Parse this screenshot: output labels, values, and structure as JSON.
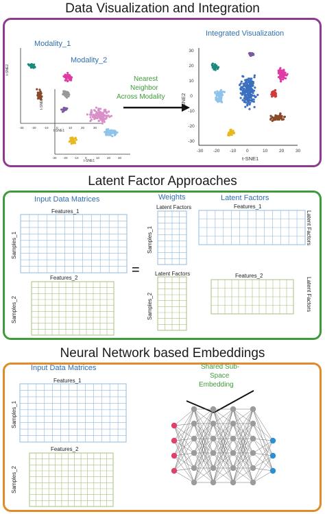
{
  "sections": {
    "top": {
      "title": "Data Visualization and Integration",
      "modality1": "Modality_1",
      "modality2": "Modality_2",
      "integrated": "Integrated Visualization",
      "arrow_text": [
        "Nearest",
        "Neighbor",
        "Across Modality"
      ],
      "tsne1": "t-SNE1",
      "tsne2": "t-SNE2",
      "axis_ticks_x": [
        "-30",
        "-20",
        "-10",
        "0",
        "10",
        "20",
        "30"
      ],
      "axis_ticks_y": [
        "30",
        "20",
        "10",
        "0",
        "-10",
        "-20",
        "-30"
      ]
    },
    "middle": {
      "title": "Latent Factor Approaches",
      "input_matrices": "Input Data Matrices",
      "weights": "Weights",
      "latent_factors_header": "Latent Factors",
      "features1": "Features_1",
      "features2": "Features_2",
      "samples1": "Samples_1",
      "samples2": "Samples_2",
      "latent_factors": "Latent Factors",
      "equals": "="
    },
    "bottom": {
      "title": "Neural Network based Embeddings",
      "input_matrices": "Input Data Matrices",
      "features1": "Features_1",
      "features2": "Features_2",
      "samples1": "Samples_1",
      "samples2": "Samples_2",
      "shared_subspace": [
        "Shared Sub-",
        "Space",
        "Embedding"
      ]
    }
  },
  "colors": {
    "purple_border": "#8e3a8e",
    "green_border": "#3d9b3a",
    "orange_border": "#e08a2c",
    "blue_text": "#2f6eb0",
    "green_text": "#3d9b3a",
    "clusters": [
      "#1b8a7a",
      "#8a4a2a",
      "#e03aa5",
      "#999999",
      "#7a5aa0",
      "#d98fc8",
      "#8fc3ea",
      "#e8b81f",
      "#3a6fc0",
      "#d23a3a"
    ],
    "input_node": "#e0406c",
    "hidden_node": "#9b9b9b",
    "output_node": "#2b8fd0"
  }
}
